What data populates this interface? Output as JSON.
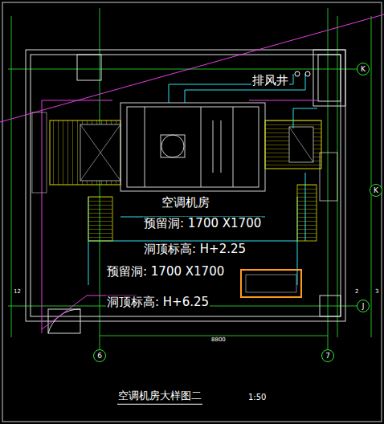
{
  "diagram": {
    "caption": "空调机房大样图二",
    "nodes": [
      {
        "text": [
          "K"
        ]
      },
      {
        "text": [
          "K"
        ]
      },
      {
        "text": [
          "J"
        ]
      },
      {
        "text": [
          "6"
        ]
      },
      {
        "text": [
          "7"
        ]
      }
    ],
    "labels": [
      "排风井",
      "空调机房",
      "预留洞:  1700  X1700",
      "洞顶标高:  H+2.25",
      "预留洞: 1700 X1700",
      "洞顶标高: H+6.25",
      "1:50",
      "8800",
      "2",
      "3",
      "12"
    ]
  }
}
